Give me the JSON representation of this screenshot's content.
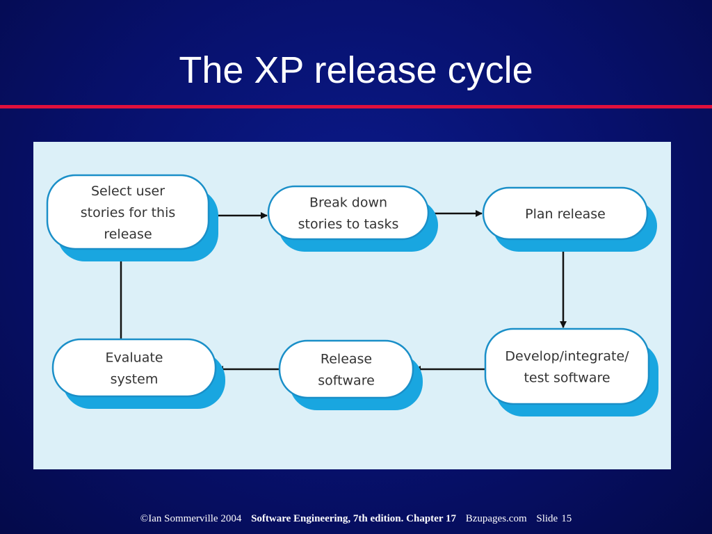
{
  "slide": {
    "title": "The XP release cycle"
  },
  "diagram": {
    "colors": {
      "panel": "#dcf0f8",
      "node_fill": "#ffffff",
      "node_border": "#1a8fc8",
      "node_shadow": "#19a6e0",
      "arrow": "#111111"
    },
    "nodes": [
      {
        "id": "select",
        "lines": [
          "Select user",
          "stories for this",
          "release"
        ]
      },
      {
        "id": "breakdown",
        "lines": [
          "Break down",
          "stories to tasks"
        ]
      },
      {
        "id": "plan",
        "lines": [
          "Plan release"
        ]
      },
      {
        "id": "develop",
        "lines": [
          "Develop/integrate/",
          "test software"
        ]
      },
      {
        "id": "release",
        "lines": [
          "Release",
          "software"
        ]
      },
      {
        "id": "evaluate",
        "lines": [
          "Evaluate",
          "system"
        ]
      }
    ],
    "edges": [
      {
        "from": "select",
        "to": "breakdown"
      },
      {
        "from": "breakdown",
        "to": "plan"
      },
      {
        "from": "plan",
        "to": "develop"
      },
      {
        "from": "develop",
        "to": "release"
      },
      {
        "from": "release",
        "to": "evaluate"
      },
      {
        "from": "evaluate",
        "to": "select"
      }
    ]
  },
  "footer": {
    "copyright": "©Ian Sommerville 2004",
    "book": "Software Engineering, 7th edition. Chapter 17",
    "site": "Bzupages.com",
    "slide_label": "Slide",
    "slide_number": "15"
  }
}
